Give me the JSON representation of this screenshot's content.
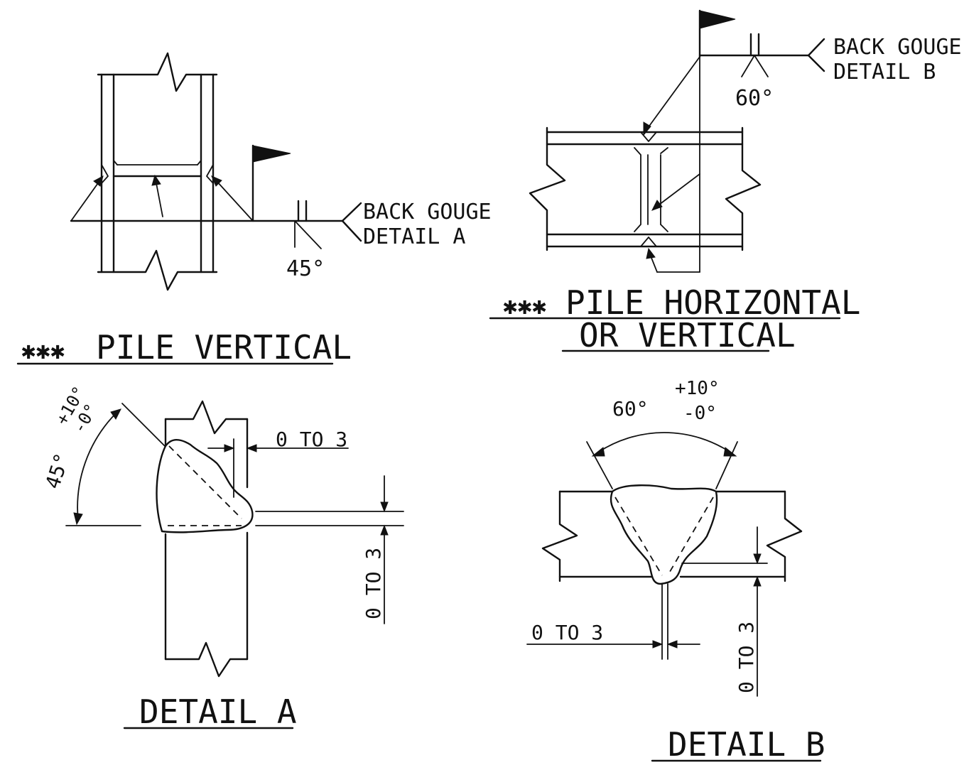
{
  "top_left": {
    "callout_line1": "BACK GOUGE",
    "callout_line2": "DETAIL A",
    "angle": "45°",
    "title": "PILE VERTICAL",
    "title_mark": "✱✱✱"
  },
  "top_right": {
    "callout_line1": "BACK GOUGE",
    "callout_line2": "DETAIL B",
    "angle": "60°",
    "title_line1": "PILE HORIZONTAL",
    "title_line2": "OR VERTICAL",
    "title_mark": "✱✱✱"
  },
  "detail_a": {
    "title": "DETAIL A",
    "angle": "45°",
    "tol_plus": "+10°",
    "tol_minus": "-0°",
    "gap_horizontal": "0 TO 3",
    "gap_vertical": "0 TO 3"
  },
  "detail_b": {
    "title": "DETAIL B",
    "angle": "60°",
    "tol_plus": "+10°",
    "tol_minus": "-0°",
    "gap_horizontal": "0 TO 3",
    "gap_vertical": "0 TO 3"
  }
}
